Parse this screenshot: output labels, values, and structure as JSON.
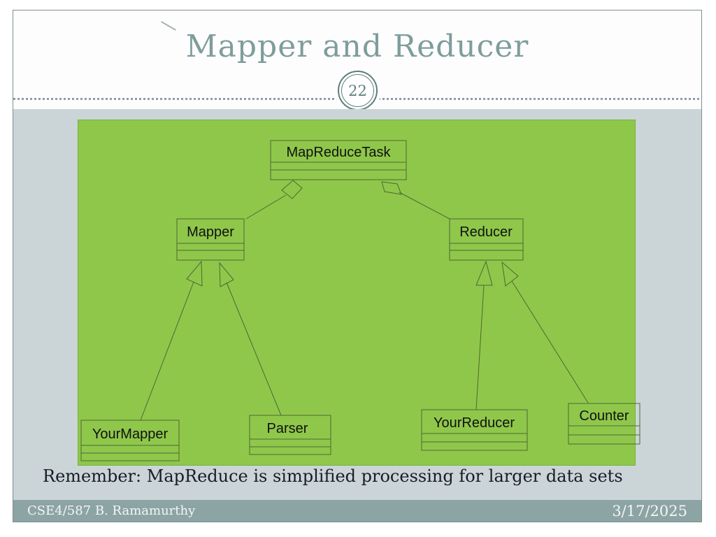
{
  "slide": {
    "title": "Mapper and Reducer",
    "page_badge": "22",
    "note": "Remember: MapReduce is simplified processing for larger data sets",
    "footer": {
      "course": "CSE4/587 B. Ramamurthy",
      "date": "3/17/2025"
    }
  },
  "diagram": {
    "type": "uml-class-diagram",
    "classes": [
      {
        "name": "MapReduceTask"
      },
      {
        "name": "Mapper"
      },
      {
        "name": "Reducer"
      },
      {
        "name": "YourMapper"
      },
      {
        "name": "Parser"
      },
      {
        "name": "YourReducer"
      },
      {
        "name": "Counter"
      }
    ],
    "relationships": [
      {
        "from": "MapReduceTask",
        "to": "Mapper",
        "type": "aggregation"
      },
      {
        "from": "MapReduceTask",
        "to": "Reducer",
        "type": "aggregation"
      },
      {
        "from": "YourMapper",
        "to": "Mapper",
        "type": "generalization"
      },
      {
        "from": "Parser",
        "to": "Mapper",
        "type": "generalization"
      },
      {
        "from": "YourReducer",
        "to": "Reducer",
        "type": "generalization"
      },
      {
        "from": "Counter",
        "to": "Reducer",
        "type": "generalization"
      }
    ]
  },
  "colors": {
    "diagram_background": "#8fc74b",
    "diagram_border": "#76b23b",
    "diagram_line": "#4c6a32",
    "content_background": "#cbd5d8",
    "footer_bar": "#8ca4a3",
    "accent_teal": "#5e7d7b",
    "title_color": "#7e9d9b"
  }
}
